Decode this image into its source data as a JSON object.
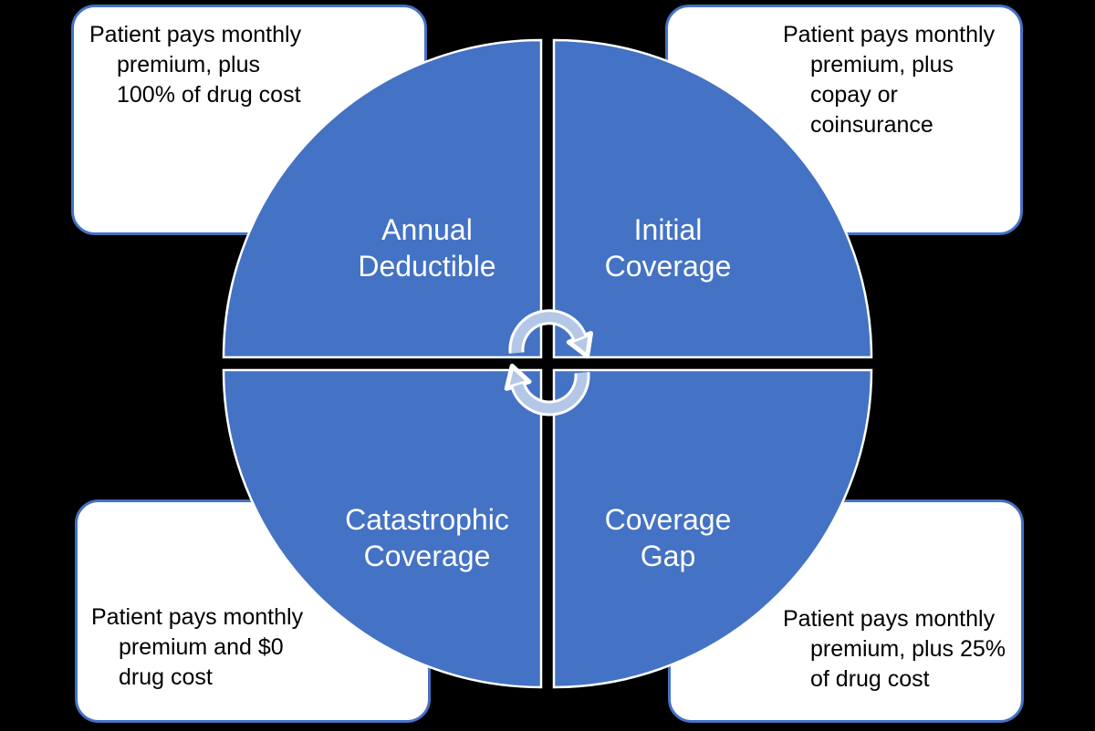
{
  "colors": {
    "background": "#000000",
    "quadrant_fill": "#4472C4",
    "quadrant_stroke": "#FFFFFF",
    "callout_fill": "#FFFFFF",
    "callout_border": "#4472C4",
    "callout_text": "#000000",
    "label_text": "#FFFFFF",
    "arrow_fill": "#B4C7E7",
    "arrow_outline": "#FFFFFF"
  },
  "quadrants": {
    "top_left": {
      "label": "Annual\nDeductible"
    },
    "top_right": {
      "label": "Initial\nCoverage"
    },
    "bottom_right": {
      "label": "Coverage\nGap"
    },
    "bottom_left": {
      "label": "Catastrophic\nCoverage"
    }
  },
  "callouts": {
    "top_left": {
      "text": "Patient pays monthly\npremium, plus\n100% of drug cost"
    },
    "top_right": {
      "text": "Patient pays monthly\npremium, plus\ncopay or\ncoinsurance"
    },
    "bottom_left": {
      "text": "Patient pays monthly\npremium and $0\ndrug cost"
    },
    "bottom_right": {
      "text": "Patient pays monthly\npremium, plus 25%\nof drug cost"
    }
  },
  "center_icon": "cycle-arrows"
}
